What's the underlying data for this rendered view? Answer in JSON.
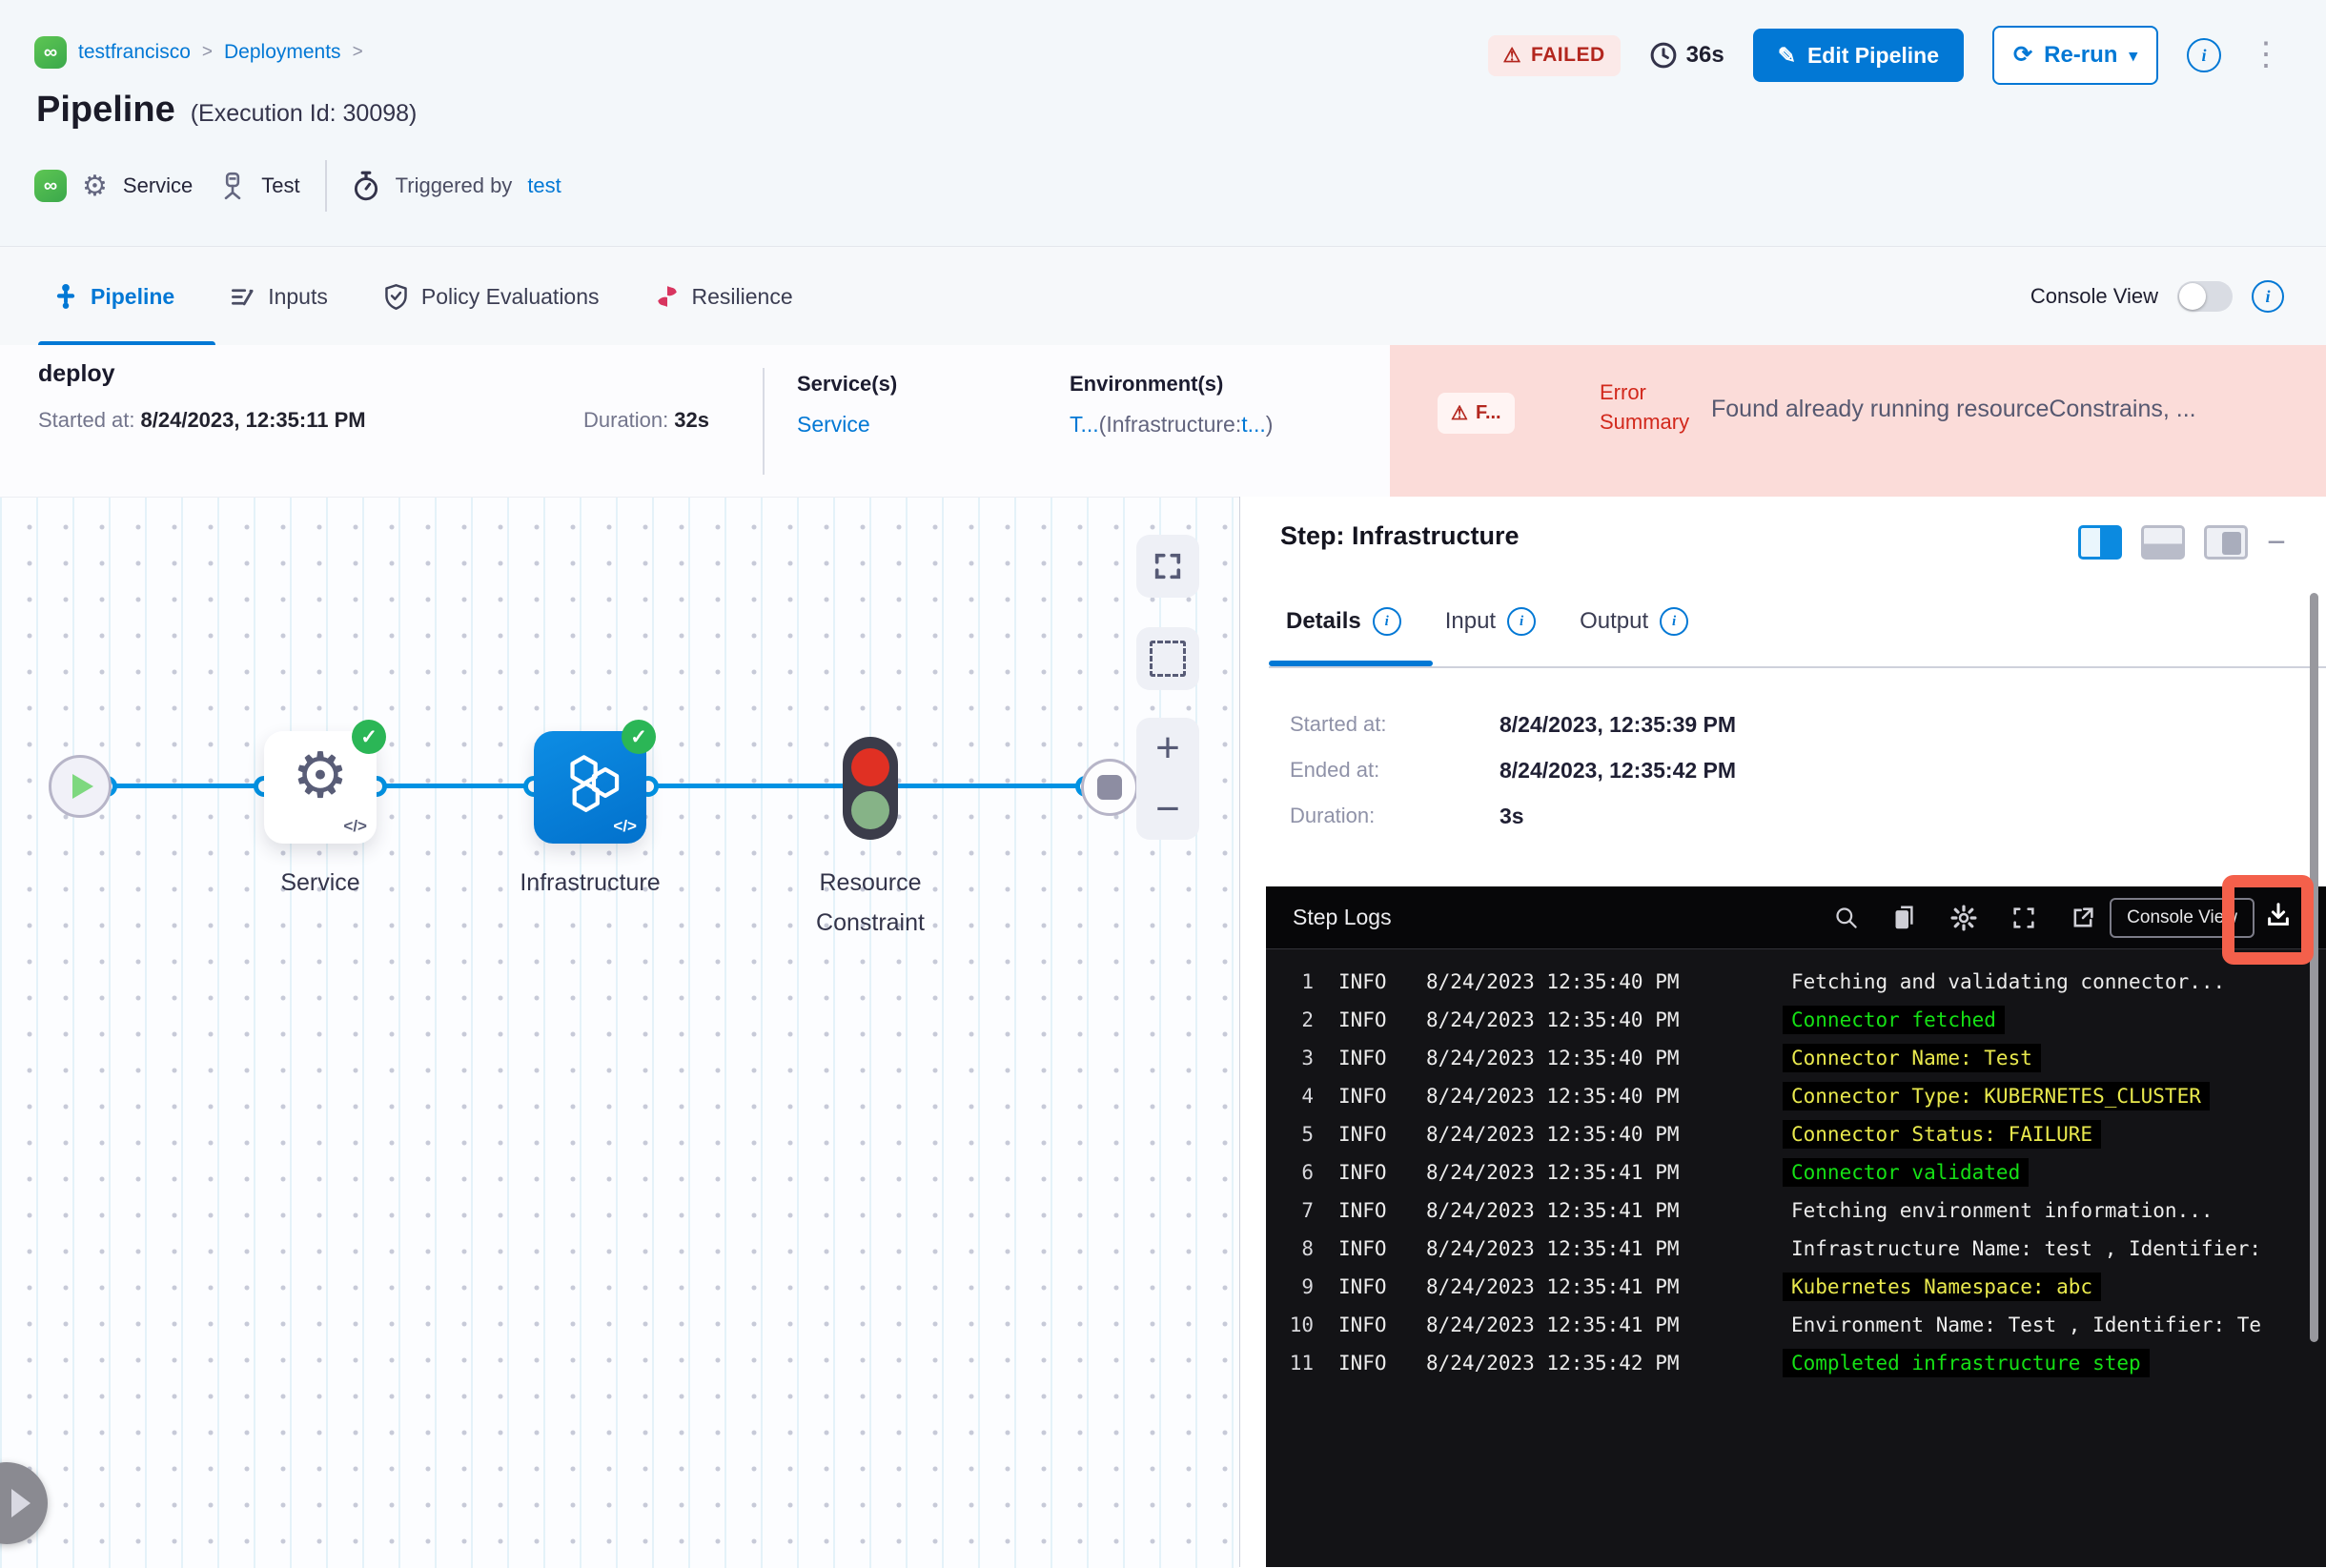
{
  "breadcrumb": {
    "project": "testfrancisco",
    "section": "Deployments",
    "sep": ">"
  },
  "header": {
    "title": "Pipeline",
    "execution_id": "(Execution Id: 30098)",
    "status": "FAILED",
    "elapsed": "36s",
    "edit_button": "Edit Pipeline",
    "rerun_button": "Re-run",
    "service_label": "Service",
    "test_label": "Test",
    "triggered_prefix": "Triggered by",
    "triggered_by": "test"
  },
  "tabs": {
    "items": [
      "Pipeline",
      "Inputs",
      "Policy Evaluations",
      "Resilience"
    ],
    "console_view_label": "Console View"
  },
  "stage": {
    "name": "deploy",
    "started_label": "Started at:",
    "started_value": "8/24/2023, 12:35:11 PM",
    "duration_label": "Duration:",
    "duration_value": "32s",
    "services_header": "Service(s)",
    "service_link": "Service",
    "environments_header": "Environment(s)",
    "env_link_1": "T...",
    "env_paren_open": "(Infrastructure:",
    "env_link_2": "t...",
    "env_paren_close": ")",
    "error_badge": "F...",
    "error_label_line1": "Error",
    "error_label_line2": "Summary",
    "error_message": "Found already running resourceConstrains, ..."
  },
  "graph": {
    "nodes": [
      {
        "label": "Service"
      },
      {
        "label": "Infrastructure"
      },
      {
        "label_line1": "Resource",
        "label_line2": "Constraint"
      }
    ],
    "code_glyph": "</>",
    "check_glyph": "✓"
  },
  "panel": {
    "title": "Step: Infrastructure",
    "tabs": [
      "Details",
      "Input",
      "Output"
    ],
    "details": {
      "started_label": "Started at:",
      "started_value": "8/24/2023, 12:35:39 PM",
      "ended_label": "Ended at:",
      "ended_value": "8/24/2023, 12:35:42 PM",
      "duration_label": "Duration:",
      "duration_value": "3s"
    }
  },
  "logs": {
    "title": "Step Logs",
    "console_view_button": "Console View",
    "rows": [
      {
        "n": "1",
        "level": "INFO",
        "time": "8/24/2023 12:35:40 PM",
        "message": "Fetching and validating connector...",
        "color": "plain"
      },
      {
        "n": "2",
        "level": "INFO",
        "time": "8/24/2023 12:35:40 PM",
        "message": "Connector fetched",
        "color": "success"
      },
      {
        "n": "3",
        "level": "INFO",
        "time": "8/24/2023 12:35:40 PM",
        "message": "Connector Name: Test",
        "color": "warn"
      },
      {
        "n": "4",
        "level": "INFO",
        "time": "8/24/2023 12:35:40 PM",
        "message": "Connector Type: KUBERNETES_CLUSTER",
        "color": "warn"
      },
      {
        "n": "5",
        "level": "INFO",
        "time": "8/24/2023 12:35:40 PM",
        "message": "Connector Status: FAILURE",
        "color": "warn"
      },
      {
        "n": "6",
        "level": "INFO",
        "time": "8/24/2023 12:35:41 PM",
        "message": "Connector validated",
        "color": "success"
      },
      {
        "n": "7",
        "level": "INFO",
        "time": "8/24/2023 12:35:41 PM",
        "message": "Fetching environment information...",
        "color": "plain"
      },
      {
        "n": "8",
        "level": "INFO",
        "time": "8/24/2023 12:35:41 PM",
        "message": "Infrastructure Name: test , Identifier:",
        "color": "plain"
      },
      {
        "n": "9",
        "level": "INFO",
        "time": "8/24/2023 12:35:41 PM",
        "message": "Kubernetes Namespace: abc",
        "color": "warn"
      },
      {
        "n": "10",
        "level": "INFO",
        "time": "8/24/2023 12:35:41 PM",
        "message": "Environment Name: Test , Identifier: Te",
        "color": "plain"
      },
      {
        "n": "11",
        "level": "INFO",
        "time": "8/24/2023 12:35:42 PM",
        "message": "Completed infrastructure step",
        "color": "success"
      }
    ]
  },
  "icons": {
    "infinity": "∞",
    "gear": "⚙",
    "warning": "⚠",
    "pencil": "✎",
    "rerun": "⟳",
    "caret": "▾",
    "kebab": "⋮",
    "info": "i",
    "plus": "+",
    "minus": "−",
    "chevron": "›"
  }
}
